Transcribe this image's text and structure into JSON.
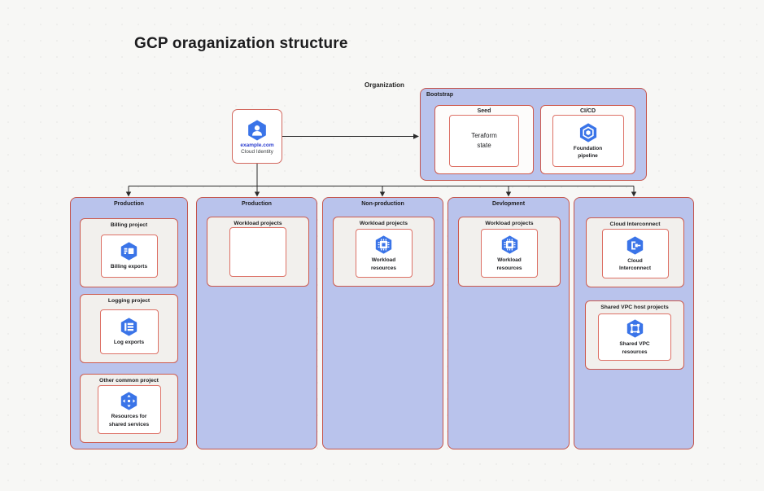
{
  "title": "GCP oraganization structure",
  "organization_label": "Organization",
  "identity": {
    "domain": "example.com",
    "name": "Cloud Identity"
  },
  "bootstrap": {
    "label": "Bootstrap",
    "seed": {
      "label": "Seed",
      "content": "Teraform state"
    },
    "cicd": {
      "label": "CI/CD",
      "content": "Foundation pipeline"
    }
  },
  "columns": [
    {
      "label": "Production",
      "projects": [
        {
          "label": "Billing project",
          "resource": "Billing exports",
          "icon": "billing-icon"
        },
        {
          "label": "Logging project",
          "resource": "Log exports",
          "icon": "logging-icon"
        },
        {
          "label": "Other common project",
          "resource": "Resources for shared services",
          "icon": "shared-services-icon"
        }
      ]
    },
    {
      "label": "Production",
      "projects": [
        {
          "label": "Workload projects",
          "resource": "",
          "icon": "none"
        }
      ]
    },
    {
      "label": "Non-production",
      "projects": [
        {
          "label": "Workload projects",
          "resource": "Workload resources",
          "icon": "compute-icon"
        }
      ]
    },
    {
      "label": "Devlopment",
      "projects": [
        {
          "label": "Workload projects",
          "resource": "Workload resources",
          "icon": "compute-icon"
        }
      ]
    },
    {
      "label": "",
      "projects": [
        {
          "label": "Cloud Interconnect",
          "resource": "Cloud Interconnect",
          "icon": "interconnect-icon"
        },
        {
          "label": "Shared VPC host projects",
          "resource": "Shared VPC resources",
          "icon": "vpc-icon"
        }
      ]
    }
  ],
  "colors": {
    "canvas_bg": "#f7f7f5",
    "container_fill": "#b9c3ec",
    "container_border": "#c4544c",
    "project_fill": "#f2f0ed",
    "project_border": "#cc5a4e",
    "resource_border": "#dd7166",
    "icon_blue": "#3a74e8",
    "link_blue": "#2d3fd0",
    "connector": "#2b2b2b"
  }
}
